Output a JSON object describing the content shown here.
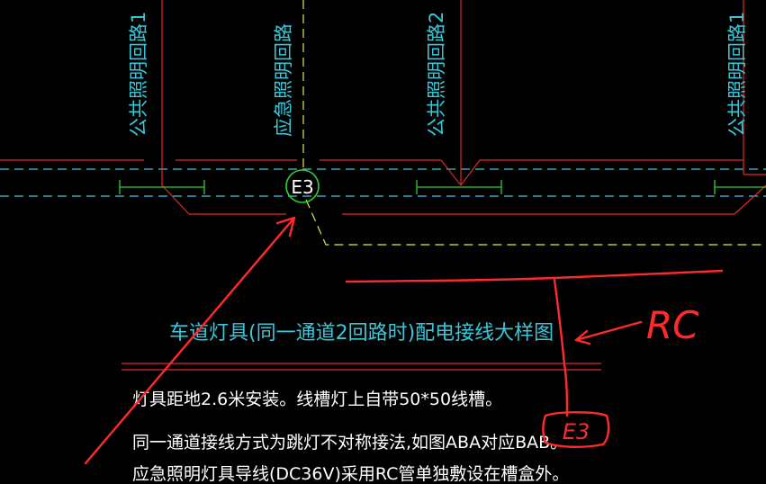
{
  "circuits": [
    {
      "label": "公共照明回路1"
    },
    {
      "label": "应急照明回路"
    },
    {
      "label": "公共照明回路2"
    },
    {
      "label": "公共照明回路1"
    }
  ],
  "fixture_symbol": "E3",
  "detail_title": "车道灯具(同一通道2回路时)配电接线大样图",
  "notes": [
    "灯具距地2.6米安装。线槽灯上自带50*50线槽。",
    "同一通道接线方式为跳灯不对称接法,如图ABA对应BAB。",
    "应急照明灯具导线(DC36V)采用RC管单独敷设在槽盒外。"
  ],
  "markup": {
    "label": "RC",
    "box_label": "E3",
    "color": "#ff2a2a"
  },
  "colors": {
    "background": "#000000",
    "cyan": "#36c9dc",
    "red_line": "#e0282c",
    "green": "#2fd02f",
    "yellow": "#e6e64a"
  }
}
